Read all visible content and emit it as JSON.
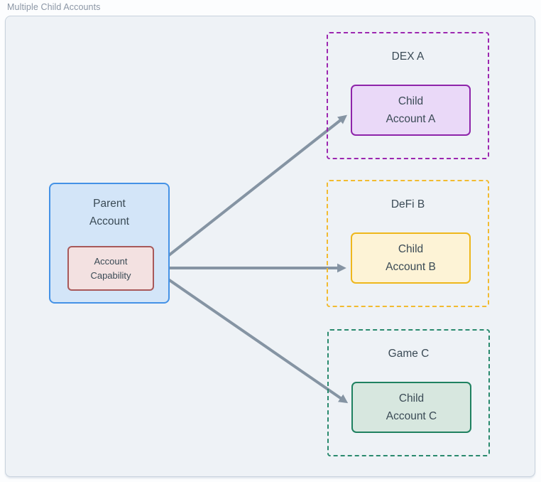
{
  "page": {
    "title": "Multiple Child Accounts"
  },
  "parent": {
    "label": "Parent\nAccount",
    "capability_label": "Account\nCapability"
  },
  "groups": [
    {
      "label": "DEX A",
      "child_label": "Child\nAccount A",
      "dash_color": "#9c27b0",
      "child_fill": "#ead9f8",
      "child_border": "#8e24aa"
    },
    {
      "label": "DeFi B",
      "child_label": "Child\nAccount B",
      "dash_color": "#f2bb30",
      "child_fill": "#fdf3d6",
      "child_border": "#eeb71c"
    },
    {
      "label": "Game C",
      "child_label": "Child\nAccount C",
      "dash_color": "#2a8a6e",
      "child_fill": "#d7e7df",
      "child_border": "#1f8160"
    }
  ],
  "colors": {
    "canvas_bg": "#eef2f6",
    "canvas_border": "#c8d2dd",
    "title": "#8b96a5",
    "text": "#3a4a55",
    "parent_fill": "#d3e5f8",
    "parent_border": "#4492e6",
    "capability_fill": "#f3e1e1",
    "capability_border": "#a8595a",
    "arrow": "#8594a3"
  }
}
